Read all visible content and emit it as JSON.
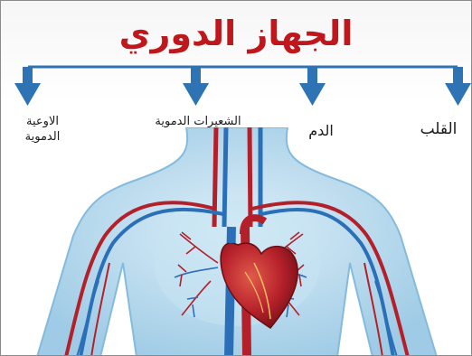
{
  "title": "الجهاز الدوري",
  "labels": {
    "heart": "القلب",
    "blood": "الدم",
    "capillaries": "الشعيرات الدموية",
    "vessels_line1": "الاوعية",
    "vessels_line2": "الدموية"
  },
  "colors": {
    "title": "#c0171d",
    "arrows": "#2e74b5",
    "artery": "#b3202a",
    "vein": "#2a6fb8",
    "body": "#a9d3ea",
    "heart": "#b8222c"
  },
  "icons": [
    "down-arrow-icon",
    "heart-illustration"
  ]
}
